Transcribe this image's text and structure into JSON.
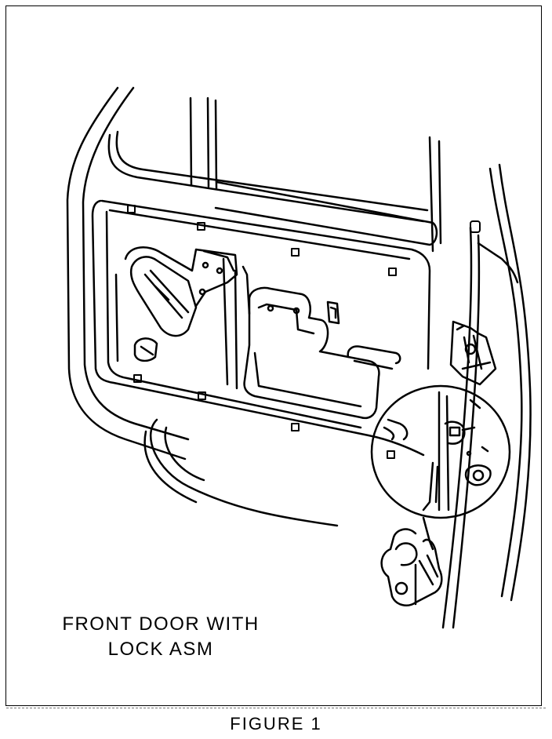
{
  "caption": {
    "line1": "FRONT DOOR WITH",
    "line2": "LOCK ASM"
  },
  "figure_label": "FIGURE 1",
  "colors": {
    "ink": "#000000",
    "paper": "#ffffff"
  }
}
